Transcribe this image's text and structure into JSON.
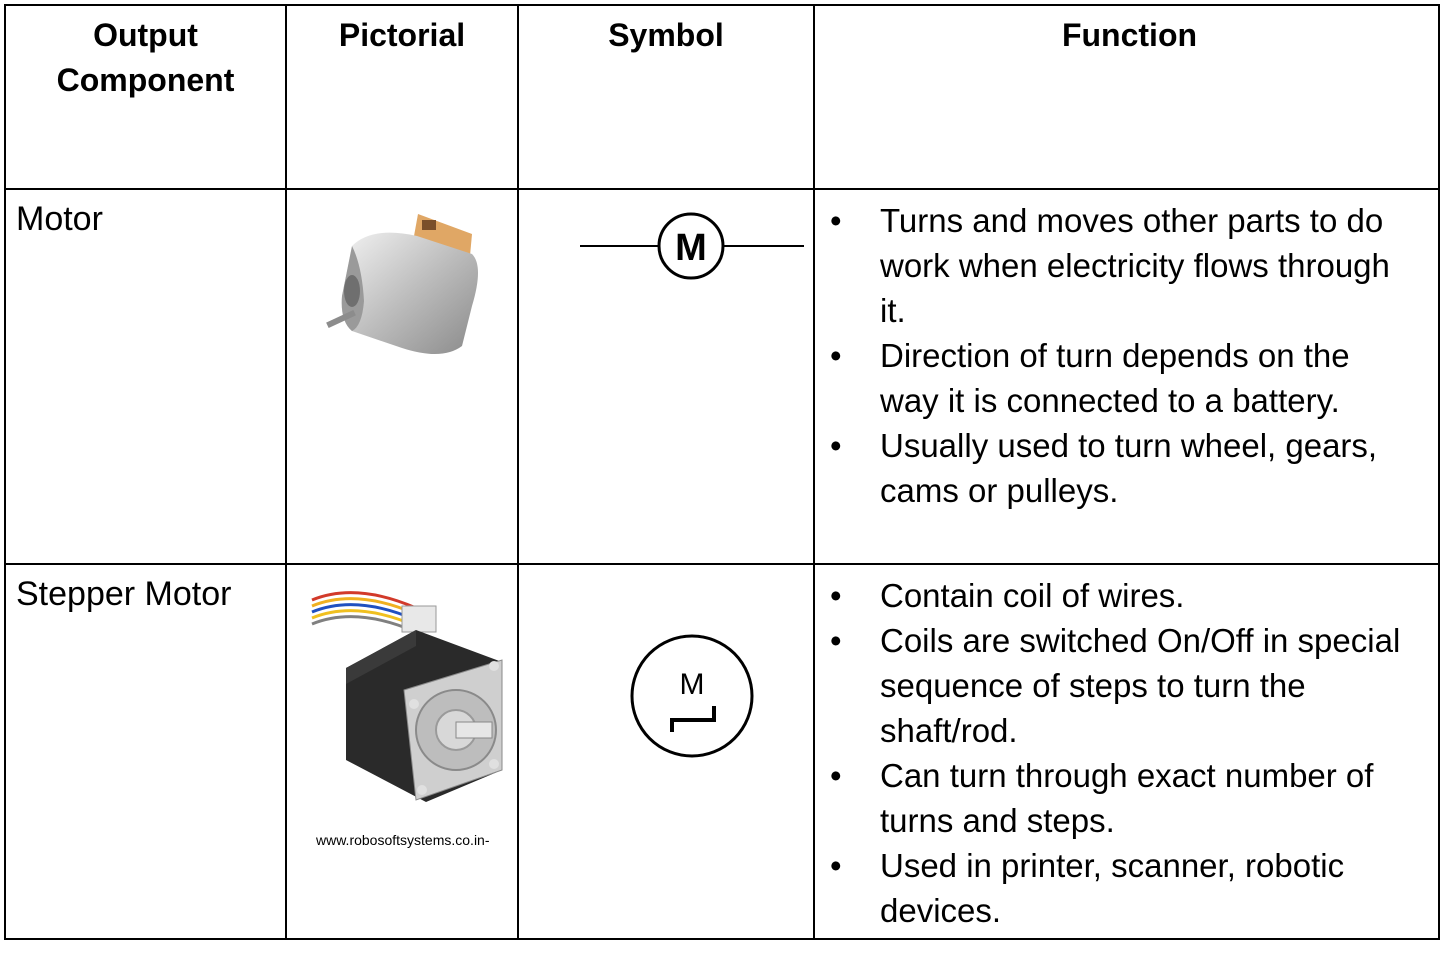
{
  "headers": {
    "output_component": [
      "Output",
      "Component"
    ],
    "pictorial": "Pictorial",
    "symbol": "Symbol",
    "function": "Function"
  },
  "rows": [
    {
      "name": "Motor",
      "symbol_letter": "M",
      "function_bullets": [
        "Turns and moves other parts to do",
        "work when electricity flows through",
        "it.",
        "Direction of turn depends on the",
        "way it is connected to a battery.",
        "Usually used to turn wheel, gears,",
        "cams or pulleys."
      ],
      "bullet_starts": [
        0,
        3,
        5
      ],
      "icon": "dc-motor-photo"
    },
    {
      "name": "Stepper Motor",
      "symbol_letter": "M",
      "function_bullets": [
        "Contain coil of wires.",
        "Coils are switched On/Off in special",
        "sequence of steps to turn the",
        "shaft/rod.",
        "Can turn through exact number of",
        "turns and steps.",
        "Used in printer, scanner, robotic",
        "devices."
      ],
      "bullet_starts": [
        0,
        1,
        4,
        6
      ],
      "image_caption": "www.robosoftsystems.co.in-",
      "icon": "stepper-motor-photo"
    }
  ],
  "bullet_char": "•"
}
